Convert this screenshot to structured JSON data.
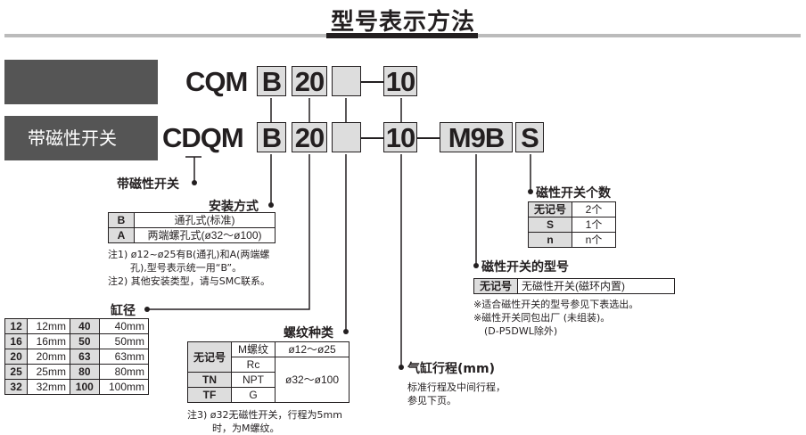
{
  "title": "型号表示方法",
  "row1": {
    "prefix": "CQM",
    "mount": "B",
    "bore": "20",
    "thread": "",
    "stroke": "10"
  },
  "row2": {
    "label": "带磁性开关",
    "prefix": "CDQM",
    "mount": "B",
    "bore": "20",
    "thread": "",
    "stroke": "10",
    "switch": "M9B",
    "count": "S"
  },
  "labels": {
    "with_switch": "带磁性开关",
    "mounting": "安装方式",
    "bore": "缸径",
    "thread": "螺纹种类",
    "stroke": "气缸行程(mm)",
    "switch_model": "磁性开关的型号",
    "switch_count": "磁性开关个数"
  },
  "mounting_table": [
    {
      "code": "B",
      "desc": "通孔式(标准)"
    },
    {
      "code": "A",
      "desc": "两端螺孔式(ø32～ø100)"
    }
  ],
  "mounting_notes": [
    "注1) ø12~ø25有B(通孔)和A(两端螺",
    "孔),型号表示统一用“B”。",
    "注2) 其他安装类型，请与SMC联系。"
  ],
  "bore_table": [
    {
      "c1": "12",
      "v1": "12mm",
      "c2": "40",
      "v2": "40mm"
    },
    {
      "c1": "16",
      "v1": "16mm",
      "c2": "50",
      "v2": "50mm"
    },
    {
      "c1": "20",
      "v1": "20mm",
      "c2": "63",
      "v2": "63mm"
    },
    {
      "c1": "25",
      "v1": "25mm",
      "c2": "80",
      "v2": "80mm"
    },
    {
      "c1": "32",
      "v1": "32mm",
      "c2": "100",
      "v2": "100mm"
    }
  ],
  "thread_table": {
    "none": "无记号",
    "m": "M螺纹",
    "rc": "Rc",
    "tn": "TN",
    "npt": "NPT",
    "tf": "TF",
    "g": "G",
    "r1": "ø12～ø25",
    "r2": "ø32～ø100"
  },
  "thread_note": [
    "注3) ø32无磁性开关，行程为5mm",
    "时，为M螺纹。"
  ],
  "stroke_note": [
    "标准行程及中间行程，",
    "参见下页。"
  ],
  "switch_table": {
    "code": "无记号",
    "desc": "无磁性开关(磁环内置)"
  },
  "switch_notes": [
    "※适合磁性开关的型号参见下表选出。",
    "※磁性开关同包出厂 (未组装)。",
    "(D-P5DWL除外)"
  ],
  "count_table": [
    {
      "code": "无记号",
      "val": "2个"
    },
    {
      "code": "S",
      "val": "1个"
    },
    {
      "code": "n",
      "val": "n个"
    }
  ]
}
